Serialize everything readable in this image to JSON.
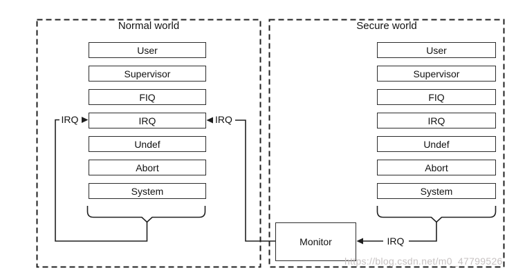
{
  "diagram": {
    "normal_world": {
      "title": "Normal world",
      "modes": [
        "User",
        "Supervisor",
        "FIQ",
        "IRQ",
        "Undef",
        "Abort",
        "System"
      ]
    },
    "secure_world": {
      "title": "Secure world",
      "modes": [
        "User",
        "Supervisor",
        "FIQ",
        "IRQ",
        "Undef",
        "Abort",
        "System"
      ]
    },
    "monitor": {
      "label": "Monitor"
    },
    "connections": {
      "normal_loop_irq_label": "IRQ",
      "monitor_to_normal_irq_label": "IRQ",
      "secure_to_monitor_irq_label": "IRQ"
    },
    "watermark": "https://blog.csdn.net/m0_47799526",
    "colors": {
      "line": "#1f1f1f",
      "box_border": "#2b2b2b",
      "background": "#ffffff",
      "watermark_text": "#c4bfbf"
    }
  }
}
